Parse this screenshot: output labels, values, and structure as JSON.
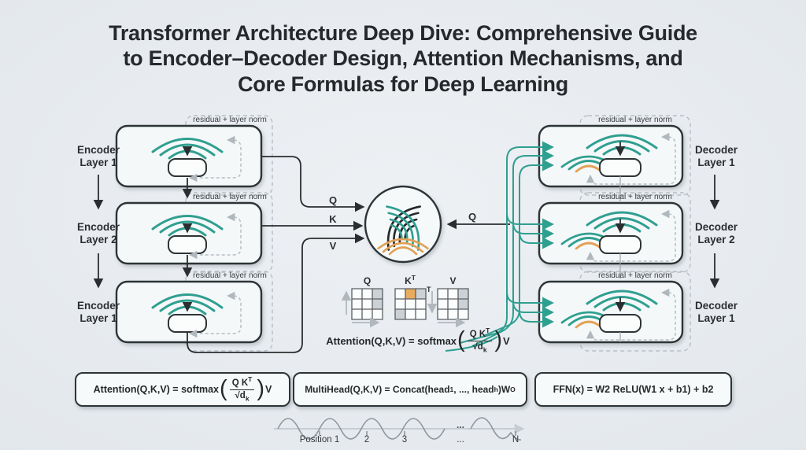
{
  "colors": {
    "bg": "#e9edf1",
    "ink": "#2b2e30",
    "teal": "#2f9f90",
    "orange": "#e2a055",
    "dash-gray": "#b7bec4",
    "arrow-gray": "#b0b8be",
    "box-fill": "#f5f8f9",
    "wave": "#8f969b",
    "axis": "#c6ccd1"
  },
  "title": {
    "line1": "Transformer Architecture Deep Dive: Comprehensive Guide",
    "line2": "to Encoder–Decoder Design, Attention Mechanisms, and",
    "line3": "Core Formulas for Deep Learning"
  },
  "encoder": {
    "residual_label": "residual + layer norm",
    "layers": [
      {
        "line1": "Encoder",
        "line2": "Layer 1"
      },
      {
        "line1": "Encoder",
        "line2": "Layer 2"
      },
      {
        "line1": "Encoder",
        "line2": "Layer 1"
      }
    ]
  },
  "decoder": {
    "residual_label": "residual + layer norm",
    "layers": [
      {
        "line1": "Decoder",
        "line2": "Layer 1"
      },
      {
        "line1": "Decoder",
        "line2": "Layer 2"
      },
      {
        "line1": "Decoder",
        "line2": "Layer 1"
      }
    ]
  },
  "attention_io": {
    "q": "Q",
    "k": "K",
    "v": "V",
    "decoder_q": "Q"
  },
  "matrices": {
    "q": "Q",
    "k_base": "K",
    "k_sup": "T",
    "k_side_sup": "T",
    "v": "V"
  },
  "center_formula": {
    "lhs": "Attention(Q,K,V) = softmax",
    "paren_open": "(",
    "paren_close": ")",
    "num_base": "Q K",
    "num_sup": "T",
    "den_base": "√d",
    "den_sub": "k",
    "rhs": "V"
  },
  "formula_boxes": {
    "attention": {
      "lhs": "Attention(Q,K,V) = softmax",
      "paren_open": "(",
      "paren_close": ")",
      "num_base": "Q K",
      "num_sup": "T",
      "den_base": "√d",
      "den_sub": "k",
      "rhs": "V"
    },
    "multihead": {
      "p1": "MultiHead(Q,K,V) = Concat(head",
      "sub1": "1",
      "p2": ", ..., head",
      "sub2": "h",
      "p3": ")W",
      "sup": "O"
    },
    "ffn": {
      "text": "FFN(x) = W2 ReLU(W1 x + b1) + b2"
    }
  },
  "positional": {
    "wave_ellipsis": "...",
    "labels": [
      "Position 1",
      "2",
      "3",
      "...",
      "N"
    ]
  }
}
